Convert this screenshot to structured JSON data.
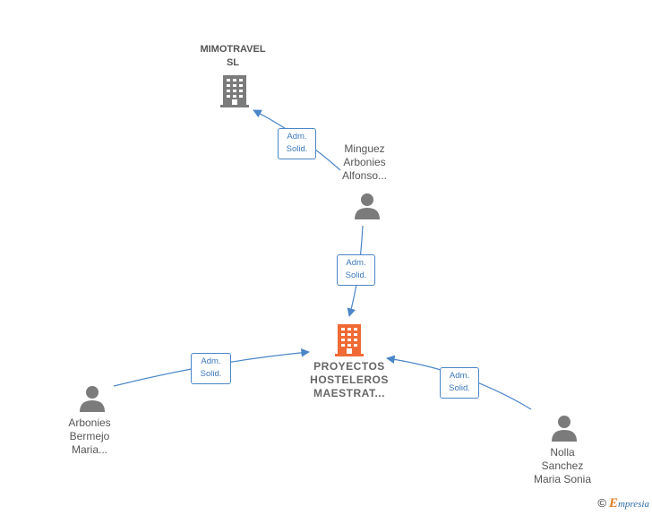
{
  "colors": {
    "edge": "#4a86c8",
    "company_icon": "#7b7b7b",
    "main_company_icon": "#f06a35",
    "person_icon": "#7b7b7b"
  },
  "nodes": {
    "mimotravel": {
      "label": "MIMOTRAVEL\nSL",
      "icon": "building-icon"
    },
    "proyectos": {
      "label": "PROYECTOS\nHOSTELEROS\nMAESTRAT...",
      "icon": "building-icon"
    },
    "minguez": {
      "label": "Minguez\nArbonies\nAlfonso...",
      "icon": "person-icon"
    },
    "arbonies": {
      "label": "Arbonies\nBermejo\nMaria...",
      "icon": "person-icon"
    },
    "nolla": {
      "label": "Nolla\nSanchez\nMaria Sonia",
      "icon": "person-icon"
    }
  },
  "edges": [
    {
      "from": "minguez",
      "to": "mimotravel",
      "label": "Adm.\nSolid."
    },
    {
      "from": "minguez",
      "to": "proyectos",
      "label": "Adm.\nSolid."
    },
    {
      "from": "arbonies",
      "to": "proyectos",
      "label": "Adm.\nSolid."
    },
    {
      "from": "nolla",
      "to": "proyectos",
      "label": "Adm.\nSolid."
    }
  ],
  "brand": {
    "copyright": "©",
    "name_initial": "E",
    "name_rest": "mpresia"
  }
}
